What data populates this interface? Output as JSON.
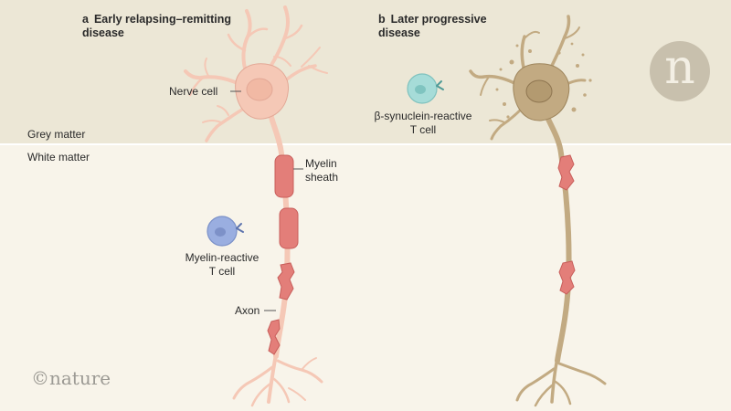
{
  "panels": {
    "a": {
      "letter": "a",
      "title_line1": "Early relapsing–remitting",
      "title_line2": "disease"
    },
    "b": {
      "letter": "b",
      "title_line1": "Later progressive",
      "title_line2": "disease"
    }
  },
  "regions": {
    "grey_matter": "Grey matter",
    "white_matter": "White matter"
  },
  "labels": {
    "nerve_cell": "Nerve cell",
    "myelin_line1": "Myelin",
    "myelin_line2": "sheath",
    "axon": "Axon",
    "myelin_tcell_line1": "Myelin-reactive",
    "myelin_tcell_line2": "T cell",
    "syn_tcell_line1": "β-synuclein-reactive",
    "syn_tcell_line2": "T cell"
  },
  "branding": {
    "logo_letter": "n",
    "wordmark": "©nature"
  },
  "colors": {
    "grey_matter_bg": "#ece7d6",
    "white_matter_bg": "#f8f4ea",
    "healthy_neuron": "#f5c8b6",
    "healthy_outline": "#e3a896",
    "degenerated_neuron": "#c2aa82",
    "degenerated_outline": "#9e855c",
    "myelin": "#e37e79",
    "myelin_outline": "#c85e5b",
    "myelin_tcell": "#9aaee0",
    "synuclein_tcell": "#a6dcd8"
  }
}
